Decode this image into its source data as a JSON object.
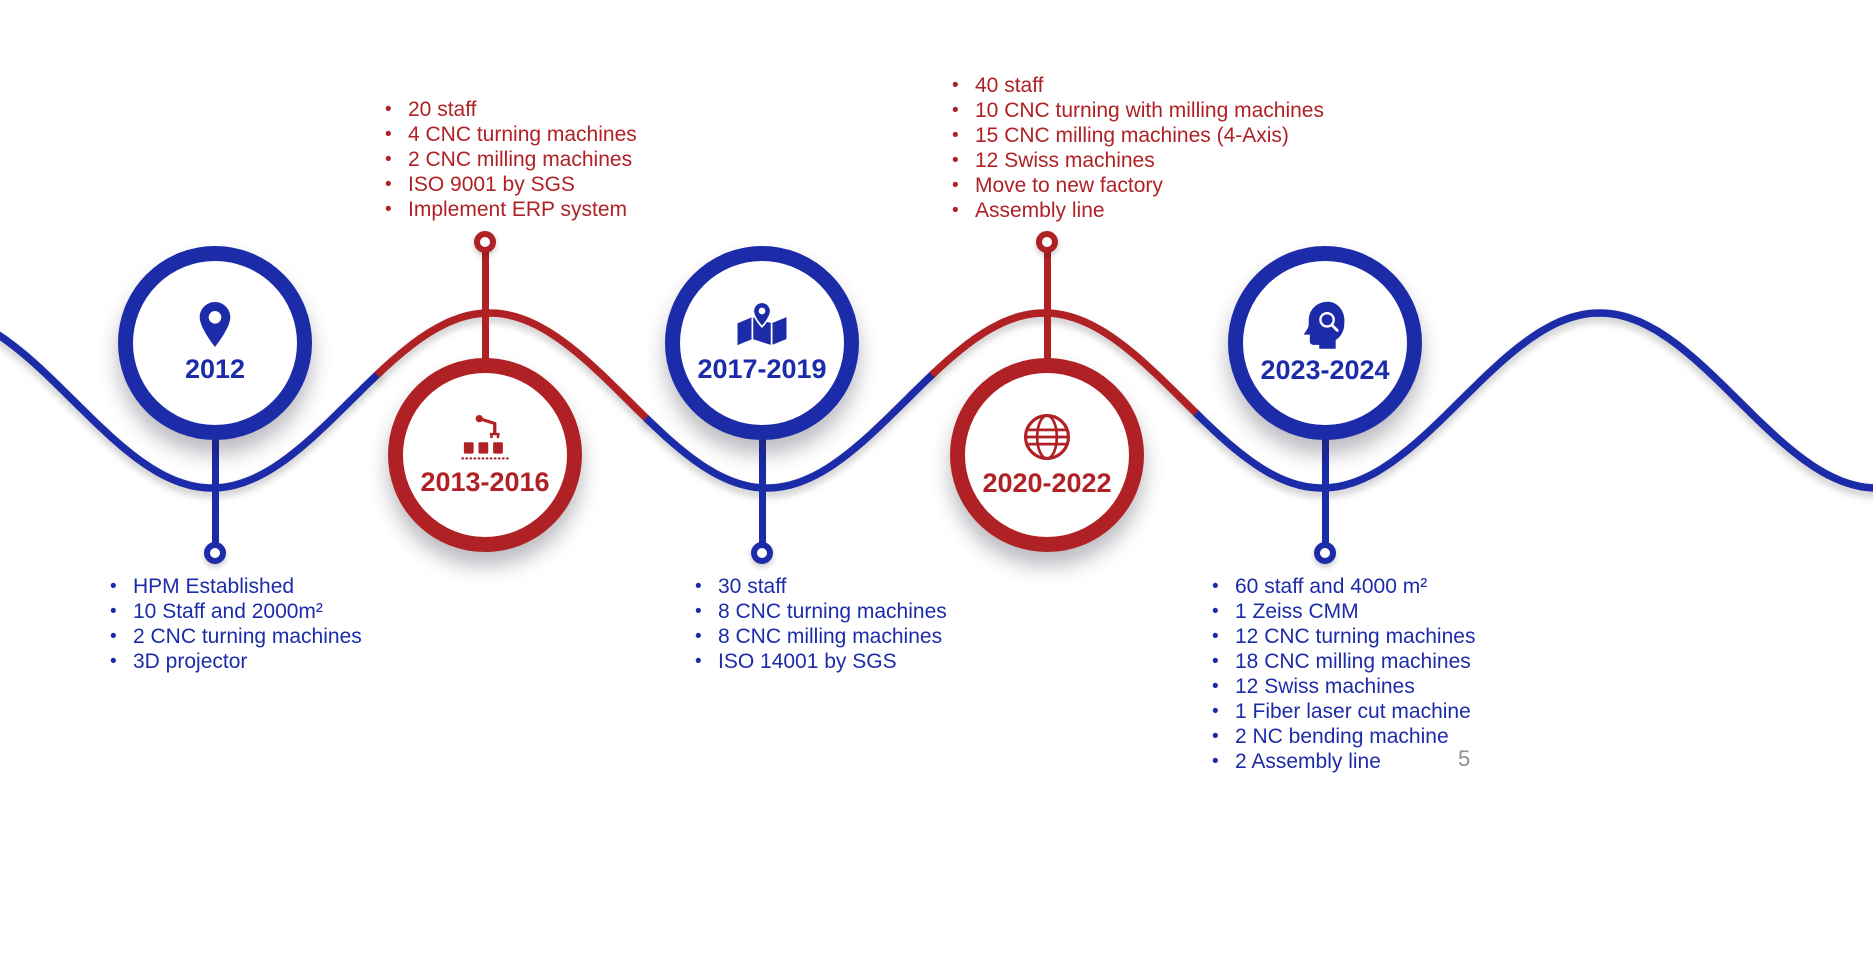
{
  "page": {
    "number": "5"
  },
  "colors": {
    "blue": "#1c2ba8",
    "red": "#b02125",
    "page_number": "#8a8f98",
    "background": "#ffffff"
  },
  "timeline": {
    "milestones": [
      {
        "period": "2012",
        "theme": "blue",
        "icon": "location-pin-icon",
        "details": [
          "HPM Established",
          "10 Staff and 2000m²",
          "2 CNC turning machines",
          "3D projector"
        ]
      },
      {
        "period": "2013-2016",
        "theme": "red",
        "icon": "robot-arm-conveyor-icon",
        "details": [
          "20 staff",
          "4 CNC turning machines",
          "2 CNC milling machines",
          "ISO 9001 by SGS",
          "Implement ERP system"
        ]
      },
      {
        "period": "2017-2019",
        "theme": "blue",
        "icon": "map-pin-icon",
        "details": [
          "30 staff",
          "8 CNC turning machines",
          "8 CNC milling machines",
          "ISO 14001 by SGS"
        ]
      },
      {
        "period": "2020-2022",
        "theme": "red",
        "icon": "globe-icon",
        "details": [
          "40 staff",
          "10 CNC turning with milling machines",
          "15 CNC milling machines (4-Axis)",
          "12 Swiss machines",
          "Move to new factory",
          "Assembly line"
        ]
      },
      {
        "period": "2023-2024",
        "theme": "blue",
        "icon": "head-magnifier-icon",
        "details": [
          "60 staff and 4000 m²",
          "1 Zeiss CMM",
          "12 CNC turning machines",
          "18 CNC milling machines",
          "12 Swiss machines",
          "1 Fiber laser cut machine",
          "2 NC bending machine",
          "2 Assembly line"
        ]
      }
    ]
  }
}
